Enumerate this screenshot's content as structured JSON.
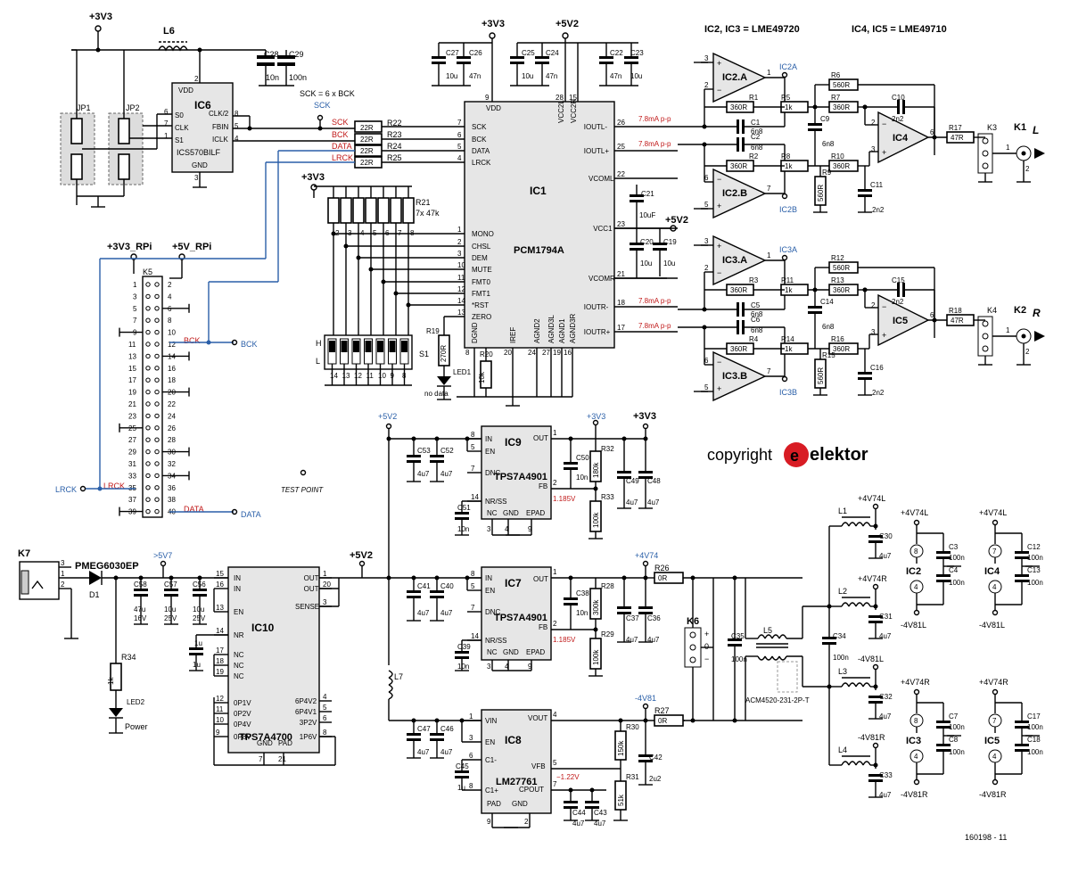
{
  "rails": {
    "p3v3": "+3V3",
    "p5v2": "+5V2",
    "p5v7": ">5V7",
    "p4v74": "+4V74",
    "m4v81": "-4V81",
    "p4v74l": "+4V74L",
    "m4v81l": "-4V81L",
    "p4v74r": "+4V74R",
    "m4v81r": "-4V81R",
    "p3v3_rpi": "+3V3_RPi",
    "p5v_rpi": "+5V_RPi"
  },
  "header": {
    "ic23": "IC2, IC3 = LME49720",
    "ic45": "IC4, IC5 = LME49710"
  },
  "ic1": {
    "ref": "IC1",
    "part": "PCM1794A",
    "left_pins": [
      [
        "7",
        "SCK"
      ],
      [
        "6",
        "BCK"
      ],
      [
        "5",
        "DATA"
      ],
      [
        "4",
        "LRCK"
      ],
      [
        "1",
        "MONO"
      ],
      [
        "2",
        "CHSL"
      ],
      [
        "3",
        "DEM"
      ],
      [
        "10",
        "MUTE"
      ],
      [
        "11",
        "FMT0"
      ],
      [
        "12",
        "FMT1"
      ],
      [
        "14",
        "*RST"
      ],
      [
        "13",
        "ZERO"
      ]
    ],
    "right_pins": [
      [
        "26",
        "IOUTL-"
      ],
      [
        "25",
        "IOUTL+"
      ],
      [
        "22",
        "VCOML"
      ],
      [
        "23",
        "VCC1"
      ],
      [
        "21",
        "VCOMR"
      ],
      [
        "18",
        "IOUTR-"
      ],
      [
        "17",
        "IOUTR+"
      ]
    ],
    "top": [
      [
        "9",
        "VDD"
      ],
      [
        "28",
        "VCC2L"
      ],
      [
        "15",
        "VCC2R"
      ]
    ],
    "bottom": [
      [
        "8",
        "DGND"
      ],
      [
        "20",
        "IREF"
      ],
      [
        "24",
        "AGND2"
      ],
      [
        "27",
        "AGND3L"
      ],
      [
        "19",
        "AGND1"
      ],
      [
        "16",
        "AGND3R"
      ]
    ],
    "current": "7.8mA p-p"
  },
  "ic6": {
    "ref": "IC6",
    "part": "ICS570BILF",
    "pins": [
      [
        "S0",
        "6"
      ],
      [
        "CLK",
        "7"
      ],
      [
        "S1",
        "1"
      ],
      [
        "CLK/2",
        "8"
      ],
      [
        "FBIN",
        "5"
      ],
      [
        "ICLK",
        "4"
      ],
      [
        "VDD",
        "2"
      ],
      [
        "GND",
        "3"
      ]
    ],
    "note": "SCK = 6 x BCK"
  },
  "nets": {
    "sck": "SCK",
    "bck": "BCK",
    "data": "DATA",
    "lrck": "LRCK"
  },
  "resistors": {
    "r22": "R22",
    "r23": "R23",
    "r24": "R24",
    "r25": "R25",
    "v22": "22R",
    "r21": "R21",
    "r21v": "7x 47k",
    "r19": "R19",
    "r19v": "270R",
    "r20": "R20",
    "r20v": "10k",
    "r1": "R1",
    "r2": "R2",
    "r3": "R3",
    "r4": "R4",
    "v360": "360R",
    "r5": "R5",
    "r8": "R8",
    "r11": "R11",
    "r14": "R14",
    "v1k": "1k",
    "r6": "R6",
    "r7": "R7",
    "r10": "R10",
    "r12": "R12",
    "r13": "R13",
    "r16": "R16",
    "v560": "560R",
    "r9": "R9",
    "r15": "R15",
    "r17": "R17",
    "r18": "R18",
    "v47": "47R",
    "r32": "R32",
    "r32v": "180k",
    "r33": "R33",
    "v100k": "100k",
    "r28": "R28",
    "r28v": "300k",
    "r29": "R29",
    "r26": "R26",
    "r27": "R27",
    "v0": "0R",
    "r30": "R30",
    "r30v": "150k",
    "r31": "R31",
    "r31v": "51k",
    "r34": "R34"
  },
  "caps": {
    "c28": "C28",
    "c29": "C29",
    "c27": "C27",
    "c26": "C26",
    "c25": "C25",
    "c24": "C24",
    "c22": "C22",
    "c23": "C23",
    "c21": "C21",
    "c20": "C20",
    "c19": "C19",
    "c1": "C1",
    "c2": "C2",
    "c5": "C5",
    "c6": "C6",
    "c9": "C9",
    "c10": "C10",
    "c11": "C11",
    "c14": "C14",
    "c15": "C15",
    "c16": "C16",
    "v10n": "10n",
    "v100n": "100n",
    "v10u": "10u",
    "v47n": "47n",
    "v10uf": "10uF",
    "v6n8": "6n8",
    "v2n2": "2n2",
    "v4u7": "4u7",
    "v1u": "1u",
    "v2u2": "2u2",
    "v47u": "47u",
    "v16v": "16V",
    "v25v": "25V"
  },
  "opamps": {
    "ic2a": "IC2.A",
    "ic2b": "IC2.B",
    "ic3a": "IC3.A",
    "ic3b": "IC3.B",
    "ic4": "IC4",
    "ic5": "IC5",
    "tp2a": "IC2A",
    "tp2b": "IC2B",
    "tp3a": "IC3A",
    "tp3b": "IC3B"
  },
  "outputs": {
    "k1": "K1",
    "k2": "K2",
    "k3": "K3",
    "k4": "K4",
    "l": "L",
    "r": "R"
  },
  "leds": {
    "led1": "LED1",
    "led1lbl": "no data",
    "led2": "LED2",
    "led2lbl": "Power"
  },
  "switch": {
    "ref": "S1",
    "h": "H",
    "l": "L"
  },
  "rpi": {
    "ref": "K5"
  },
  "regs": {
    "ic9": {
      "ref": "IC9",
      "part": "TPS7A4901",
      "pins": [
        "IN",
        "EN",
        "DNC",
        "NR/SS",
        "NC",
        "GND",
        "EPAD",
        "OUT",
        "FB"
      ],
      "fb": "1.185V"
    },
    "ic7": {
      "ref": "IC7",
      "part": "TPS7A4901",
      "fb": "1.185V"
    },
    "ic8": {
      "ref": "IC8",
      "part": "LM27761",
      "pins": [
        "VIN",
        "EN",
        "C1-",
        "C1+",
        "PAD",
        "GND",
        "VOUT",
        "VFB",
        "CPOUT"
      ],
      "vfb": "−1.22V"
    },
    "ic10": {
      "ref": "IC10",
      "part": "TPS7A4700",
      "pins": [
        "IN",
        "IN",
        "EN",
        "NR",
        "NC",
        "NC",
        "NC",
        "0P1V",
        "0P2V",
        "0P4V",
        "0P8V",
        "GND",
        "PAD",
        "OUT",
        "OUT",
        "SENSE",
        "6P4V2",
        "6P4V1",
        "3P2V",
        "1P6V"
      ]
    }
  },
  "misc": {
    "k7": "K7",
    "d1": "D1",
    "d1part": "PMEG6030EP",
    "k6": "K6",
    "l5": "L5",
    "l5part": "ACM4520-231-2P-T",
    "jp1": "JP1",
    "jp2": "JP2",
    "l6": "L6",
    "l7": "L7",
    "l1": "L1",
    "l2": "L2",
    "l3": "L3",
    "l4": "L4",
    "testpoint": "TEST POINT",
    "copyright": "copyright",
    "brand": "elektor",
    "docnum": "160198 - 11"
  },
  "decoup": {
    "c30": "C30",
    "c31": "C31",
    "c32": "C32",
    "c33": "C33",
    "c3": "C3",
    "c4": "C4",
    "c7": "C7",
    "c8": "C8",
    "c12": "C12",
    "c13": "C13",
    "c17": "C17",
    "c18": "C18",
    "ic2": "IC2",
    "ic3": "IC3",
    "ic4": "IC4",
    "ic5": "IC5"
  }
}
